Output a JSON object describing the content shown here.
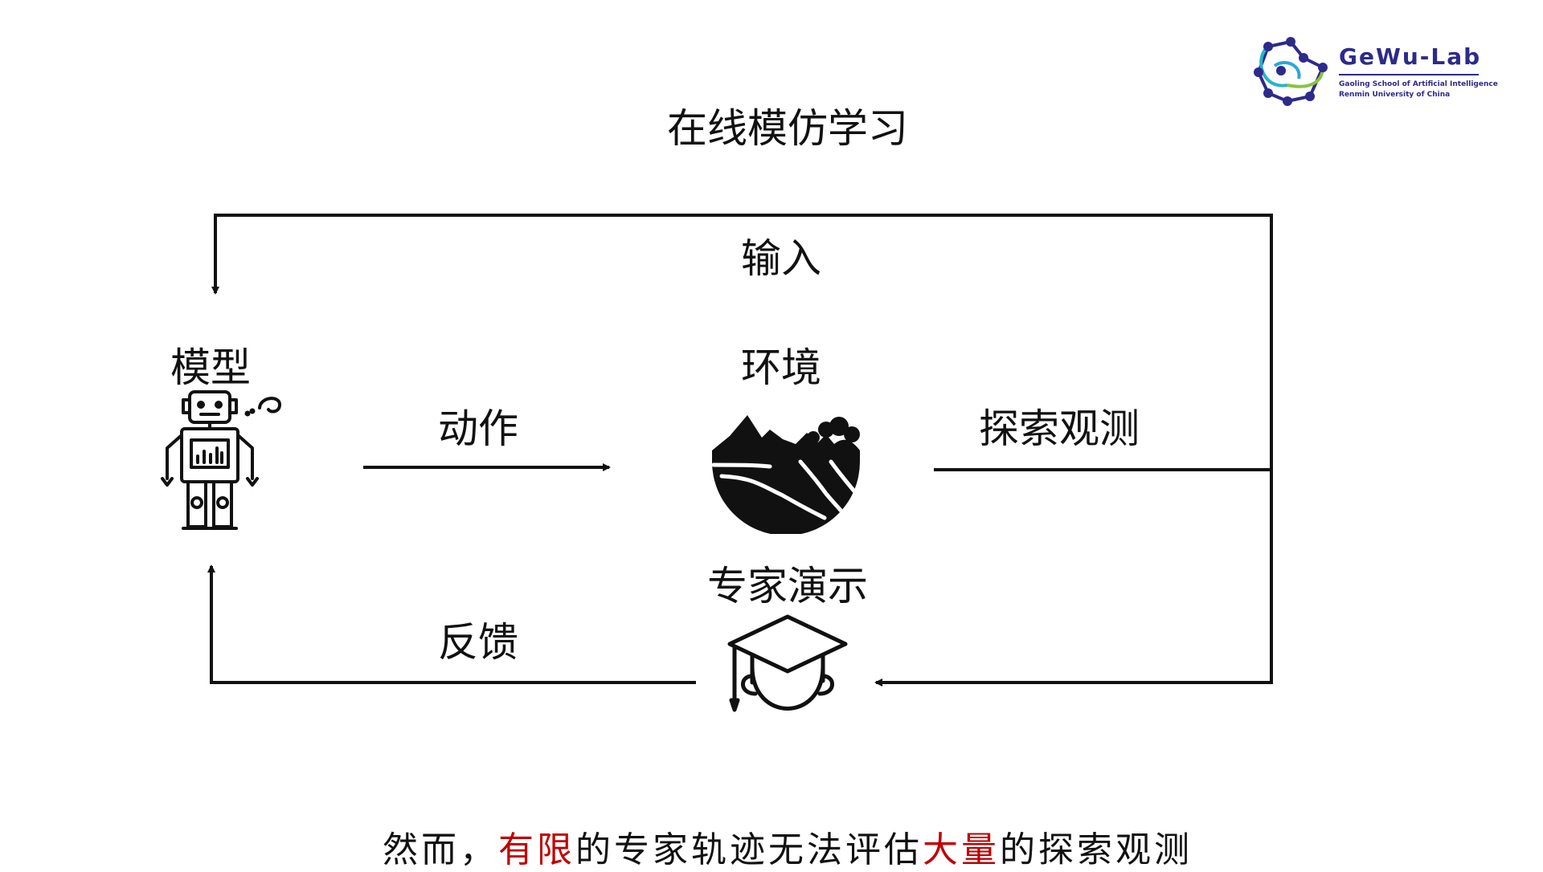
{
  "title": "在线模仿学习",
  "labels": {
    "input": "输入",
    "model": "模型",
    "environment": "环境",
    "action": "动作",
    "explore": "探索观测",
    "expert": "专家演示",
    "feedback": "反馈"
  },
  "caption": {
    "part1": "然而，",
    "highlight1": "有限",
    "part2": "的专家轨迹无法评估",
    "highlight2": "大量",
    "part3": "的探索观测"
  },
  "logo": {
    "name": "GeWu-Lab",
    "line1": "Gaoling School of Artificial Intelligence",
    "line2": "Renmin University of China"
  },
  "colors": {
    "highlight": "#c00000",
    "logo_text": "#2d2a8a",
    "logo_node": "#2d2a8a",
    "line": "#111111"
  },
  "icons": {
    "model": "robot-icon",
    "environment": "landscape-icon",
    "expert": "graduate-icon"
  }
}
